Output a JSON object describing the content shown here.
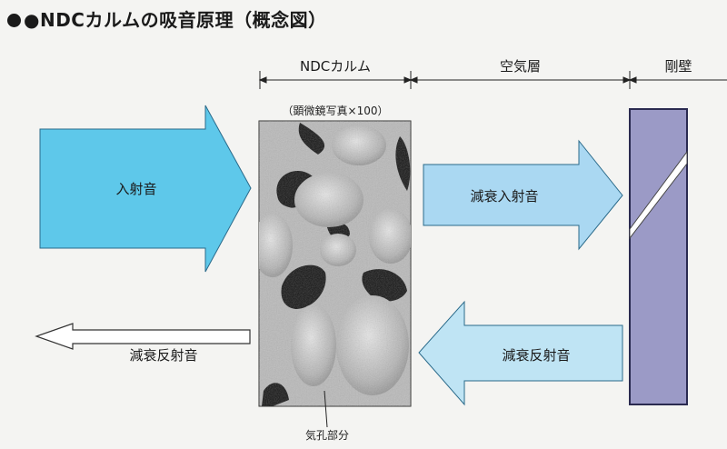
{
  "title": "●NDCカルムの吸音原理（概念図）",
  "headers": {
    "material": "NDCカルム",
    "air_layer": "空気層",
    "wall": "剛壁"
  },
  "micrograph_caption": "（顕微鏡写真×100）",
  "pore_label": "気孔部分",
  "arrows": {
    "incident": "入射音",
    "attenuated_incident": "減衰入射音",
    "attenuated_reflected_right": "減衰反射音",
    "attenuated_reflected_left": "減衰反射音"
  },
  "colors": {
    "incident_fill": "#5ec8ea",
    "attenuated_fill": "#aad8f2",
    "reflected_fill": "#bfe4f4",
    "outgoing_fill": "#ffffff",
    "wall_fill": "#9b9ac6",
    "micrograph_bg": "#b9b9b9",
    "pore_color": "#111111"
  }
}
